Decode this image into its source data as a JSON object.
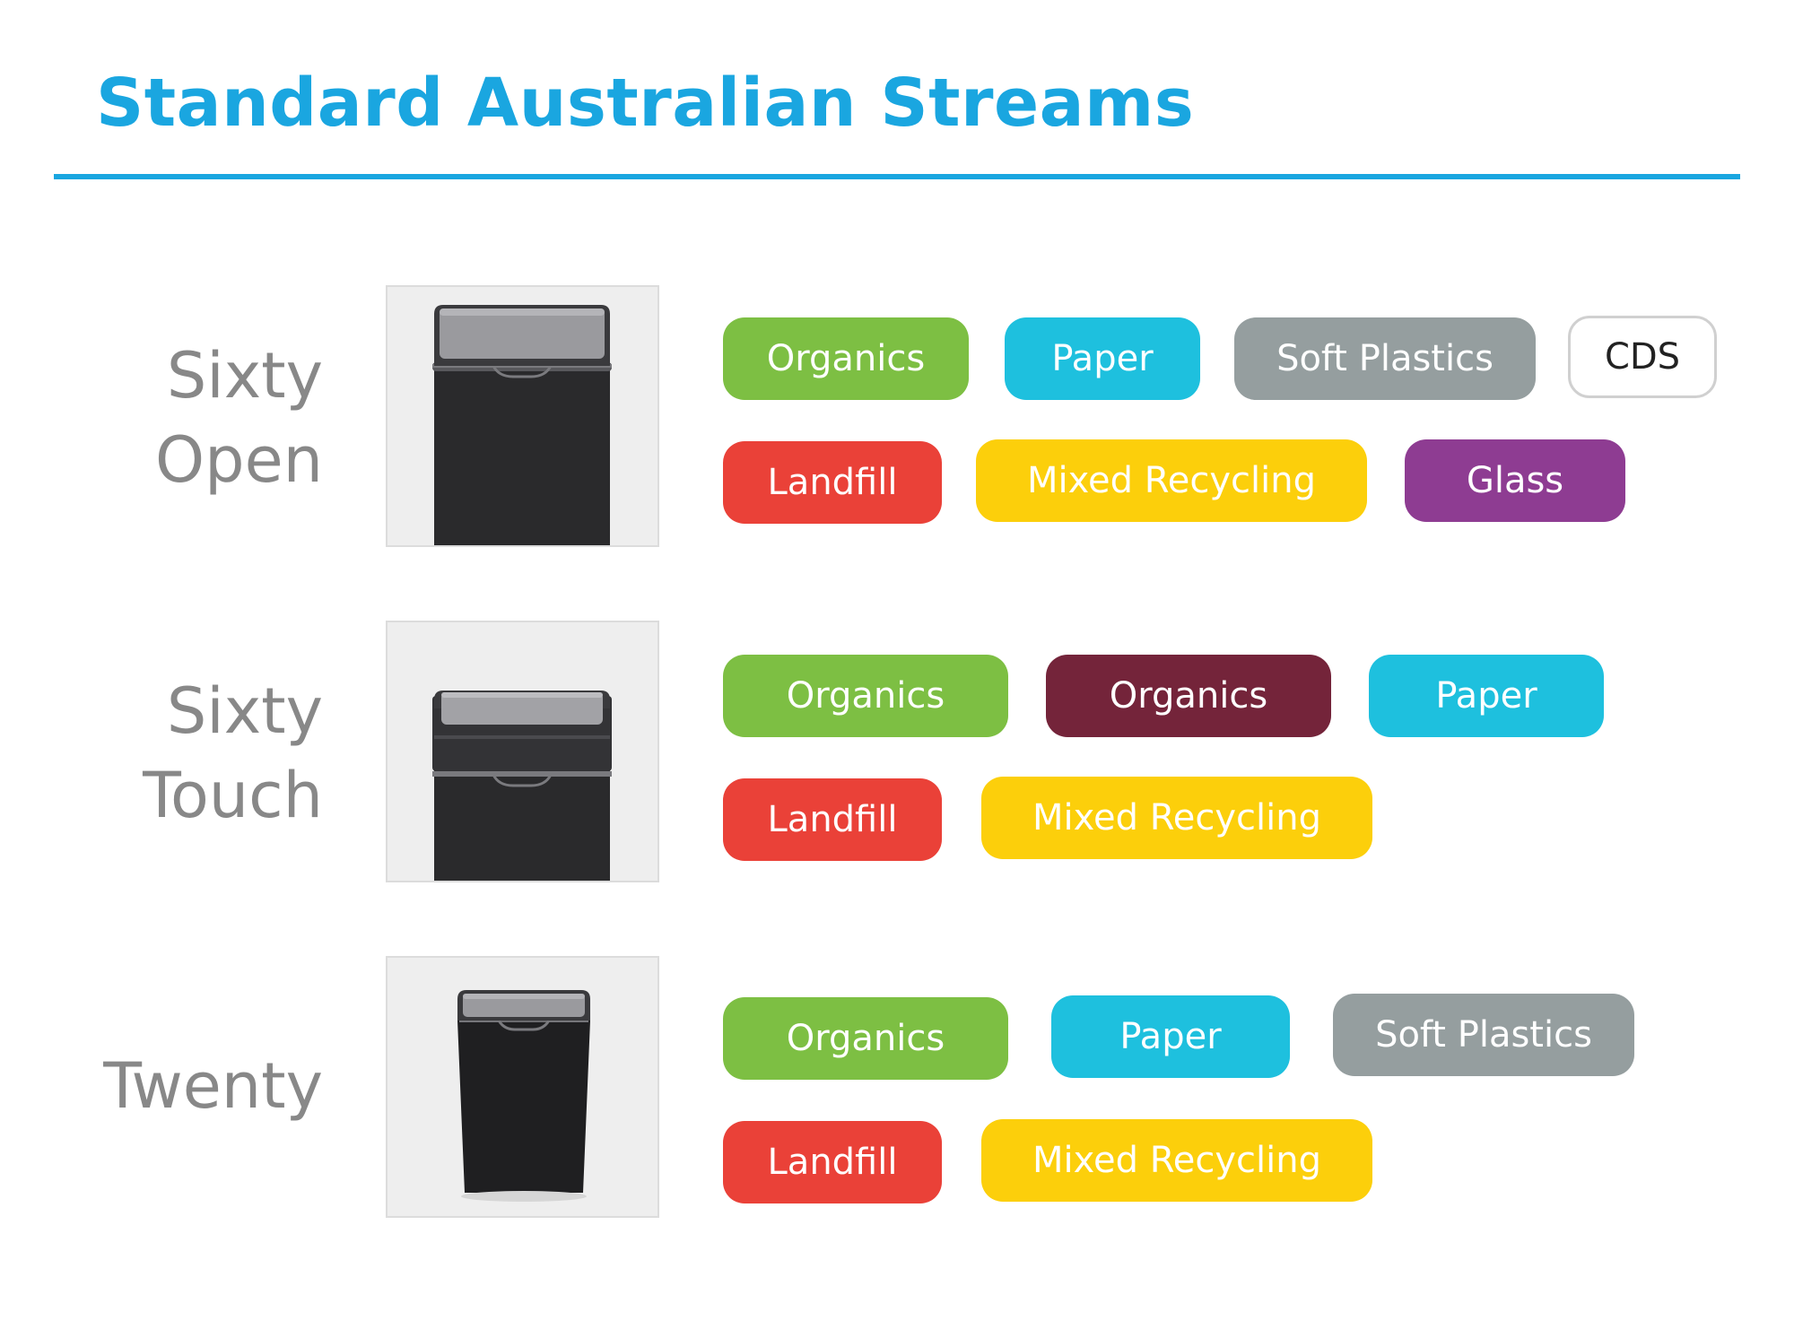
{
  "page": {
    "title": "Standard Australian Streams"
  },
  "colors": {
    "accent": "#1aa6e0",
    "organics_green": "#7dbf43",
    "organics_maroon": "#74243a",
    "paper": "#1ec0de",
    "soft_plastics": "#959e9f",
    "cds": "#ffffff",
    "landfill": "#ea4138",
    "mixed_recycling": "#fccf0b",
    "glass": "#8e3c92"
  },
  "rows": [
    {
      "name_lines": [
        "Sixty",
        "Open"
      ],
      "image": "sixty-open-bin-photo",
      "streams": [
        "Organics",
        "Paper",
        "Soft Plastics",
        "CDS",
        "Landfill",
        "Mixed Recycling",
        "Glass"
      ]
    },
    {
      "name_lines": [
        "Sixty",
        "Touch"
      ],
      "image": "sixty-touch-bin-photo",
      "streams": [
        "Organics",
        "Organics",
        "Paper",
        "Landfill",
        "Mixed Recycling"
      ]
    },
    {
      "name_lines": [
        "Twenty"
      ],
      "image": "twenty-bin-photo",
      "streams": [
        "Organics",
        "Paper",
        "Soft Plastics",
        "Landfill",
        "Mixed Recycling"
      ]
    }
  ]
}
